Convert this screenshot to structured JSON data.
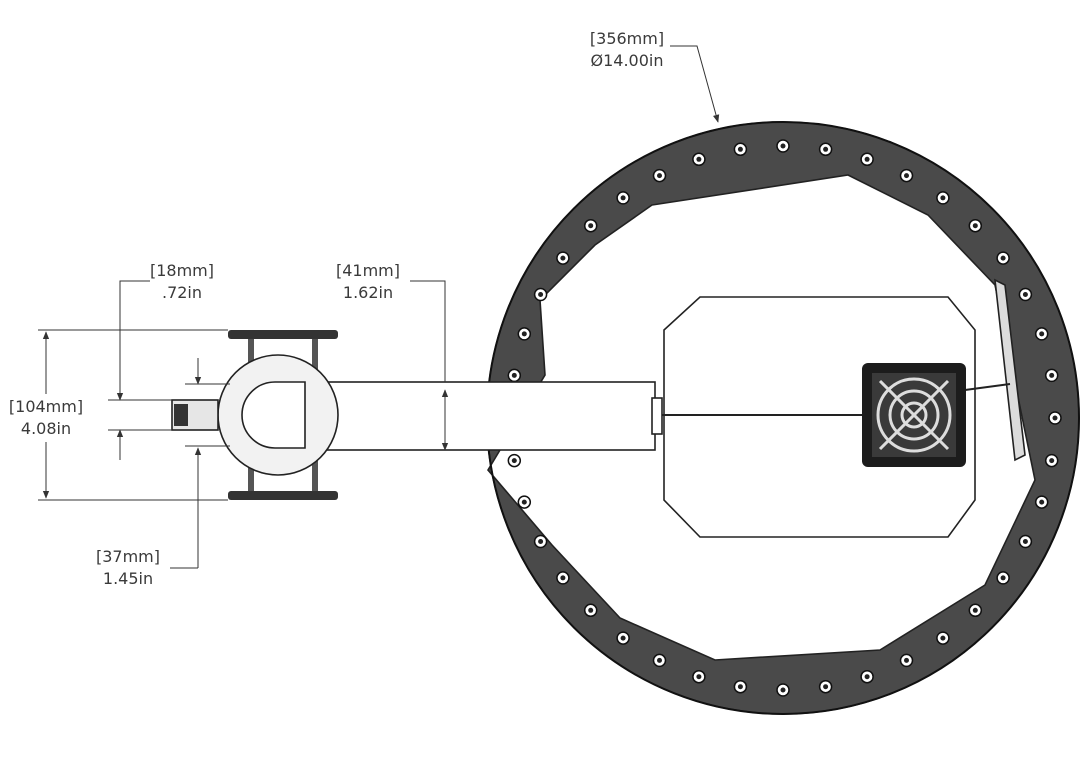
{
  "dimensions": {
    "flange_diameter": {
      "mm": "[356mm]",
      "in": "Ø14.00in"
    },
    "tube_width": {
      "mm": "[41mm]",
      "in": "1.62in"
    },
    "stem_offset": {
      "mm": "[18mm]",
      "in": ".72in"
    },
    "overall_height": {
      "mm": "[104mm]",
      "in": "4.08in"
    },
    "elbow_offset": {
      "mm": "[37mm]",
      "in": "1.45in"
    }
  },
  "colors": {
    "flange_ring": "#4a4a4a",
    "bolt_hole": "#ffffff",
    "line": "#222222",
    "fan_body": "#1c1c1c"
  },
  "flange": {
    "bolt_count": 40
  }
}
